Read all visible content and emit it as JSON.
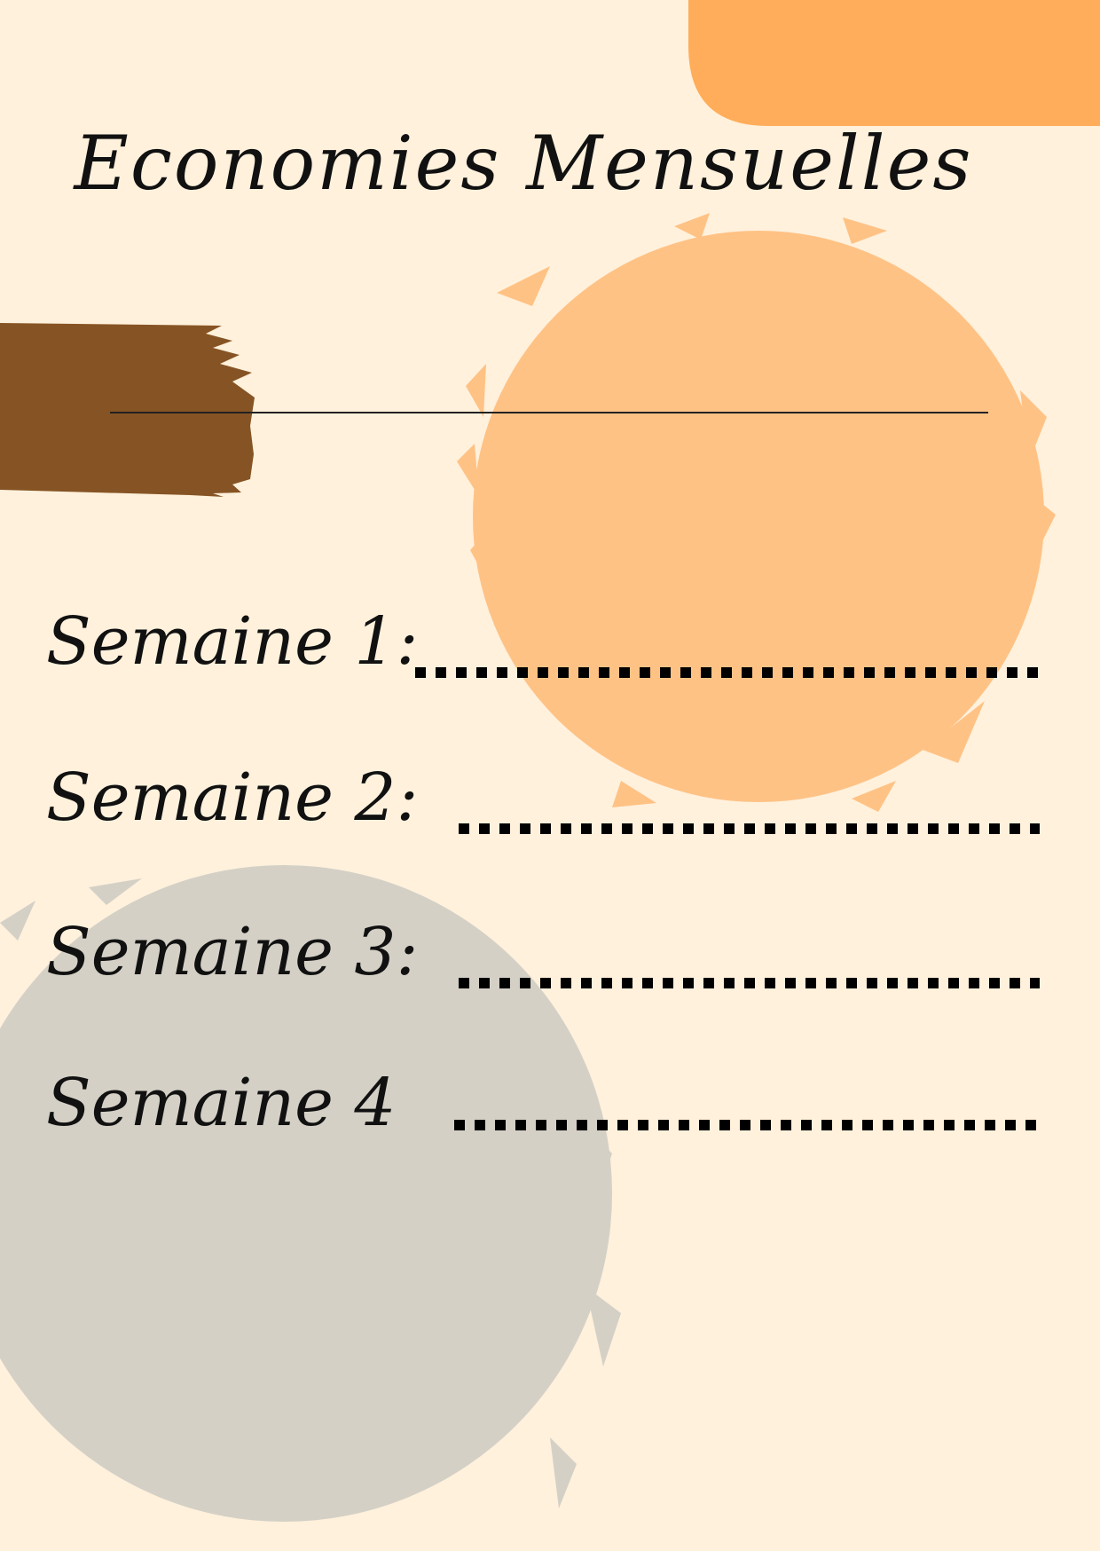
{
  "document": {
    "title": "Economies Mensuelles",
    "weeks": [
      {
        "label": "Semaine 1:"
      },
      {
        "label": "Semaine 2:"
      },
      {
        "label": "Semaine 3:"
      },
      {
        "label": "Semaine 4"
      }
    ]
  },
  "colors": {
    "background": "#fff1dc",
    "orange_tab": "#ffad5a",
    "orange_circle": "#ffc285",
    "brown_stroke": "#865424",
    "gray_circle": "#d4d0c6",
    "ink": "#000000"
  }
}
